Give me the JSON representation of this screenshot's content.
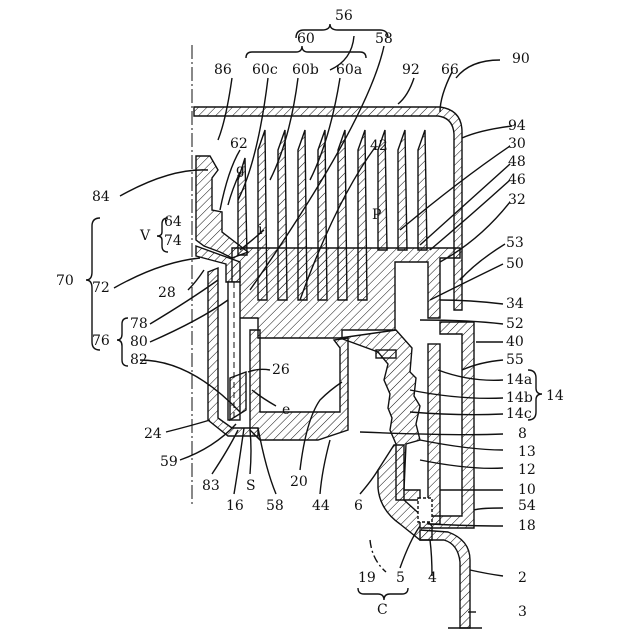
{
  "labels": {
    "l56": "56",
    "l60": "60",
    "l58top": "58",
    "l90": "90",
    "l86": "86",
    "l60c": "60c",
    "l60b": "60b",
    "l60a": "60a",
    "l92": "92",
    "l66": "66",
    "l94": "94",
    "l62": "62",
    "l42": "42",
    "l30": "30",
    "l48": "48",
    "l46": "46",
    "lg": "g",
    "l84": "84",
    "l32": "32",
    "lP": "P",
    "lV": "V",
    "l64": "64",
    "l74": "74",
    "li": "i",
    "l53": "53",
    "l50": "50",
    "l70": "70",
    "l72": "72",
    "l28": "28",
    "l34": "34",
    "l78": "78",
    "l52": "52",
    "l76": "76",
    "l80": "80",
    "l40": "40",
    "l82": "82",
    "l26": "26",
    "l55": "55",
    "l14a": "14a",
    "l14": "14",
    "l14b": "14b",
    "le": "e",
    "l14c": "14c",
    "l24": "24",
    "l8": "8",
    "l59": "59",
    "l13": "13",
    "l12": "12",
    "l10": "10",
    "l83": "83",
    "lS": "S",
    "l20": "20",
    "l16": "16",
    "l58bot": "58",
    "l44": "44",
    "l6": "6",
    "l54": "54",
    "l18": "18",
    "l19": "19",
    "l5": "5",
    "l4": "4",
    "l2": "2",
    "lC": "C",
    "l3": "3"
  }
}
